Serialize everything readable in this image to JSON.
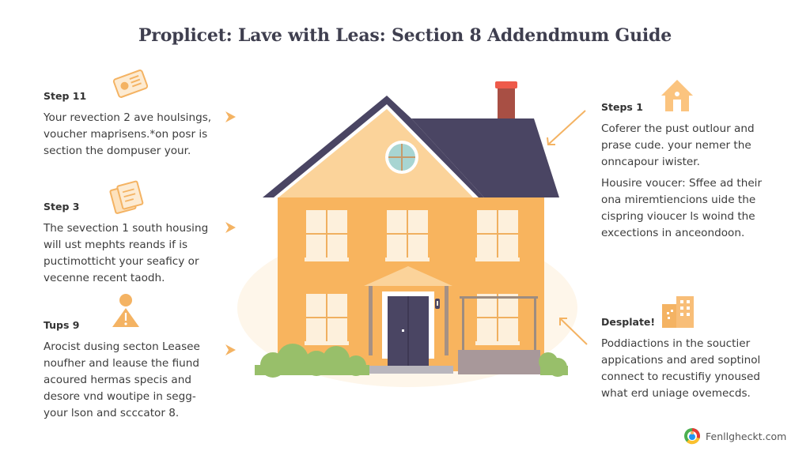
{
  "title": "Proplicet: Lave with Leas: Section 8 Addendmum Guide",
  "left_steps": [
    {
      "label": "Step 11",
      "icon": "id-card-icon",
      "lines": [
        "Your revection 2 ave houlsings,",
        "voucher maprisens.*on posr is",
        "section the dompuser your."
      ]
    },
    {
      "label": "Step 3",
      "icon": "documents-icon",
      "lines": [
        "The sevection 1 south housing",
        "will ust mephts  reands  if  is",
        "puctimotticht your seaficy or",
        "vecenne recent taodh."
      ]
    },
    {
      "label": "Tups 9",
      "icon": "person-alert-icon",
      "lines": [
        "Arocist dusing secton Leasee",
        "noufher and leause the fiund",
        "acoured hermas specis and",
        "desore vnd  woutipe  in segg-",
        "your lson and scccator 8."
      ]
    }
  ],
  "right_steps": [
    {
      "label": "Steps 1",
      "icon": "house-icon",
      "lines": [
        "Coferer the pust outlour and",
        "prase cude. your nemer the",
        "onncapour iwister."
      ]
    },
    {
      "label": "",
      "icon": "",
      "lines": [
        "Housire voucer: Sffee ad their",
        "ona miremtiencions uide the",
        "cispring vioucer ls woind the",
        "excections in anceondoon."
      ]
    },
    {
      "label": "Desplate!",
      "icon": "buildings-icon",
      "lines": [
        "Poddiactions in the souctier",
        "appications and ared soptinol",
        "connect to recustifiy ynoused",
        "what erd uniage ovemecds."
      ]
    }
  ],
  "footer": {
    "brand": "Fenllgheckt.com",
    "icon": "brand-logo-icon"
  },
  "colors": {
    "accent_orange": "#f4b363",
    "house_wall": "#f8b45e",
    "gable": "#fbd39a",
    "roof": "#4a4563",
    "chimney": "#a84f44",
    "chimney_cap": "#ee5a4a",
    "window": "#fdf0dc",
    "door": "#4a4563",
    "bush": "#98bf6a",
    "halo": "#fef6ea"
  }
}
